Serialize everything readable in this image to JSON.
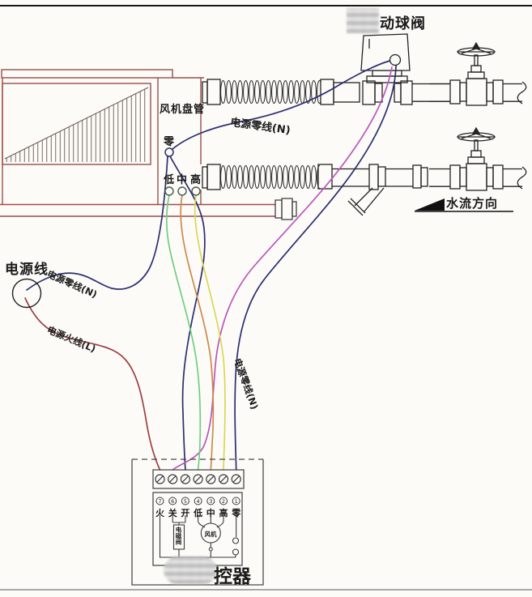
{
  "labels": {
    "fan_coil_unit": "风机盘管",
    "terminal_zero": "零",
    "terminal_low": "低",
    "terminal_mid": "中",
    "terminal_high": "高",
    "motor_valve": "动球阀",
    "water_flow": "水流方向",
    "power_cord": "电源线",
    "power_neutral_left": "电源零线(N)",
    "power_live": "电源火线(L)",
    "power_neutral_top": "电源零线(N)",
    "power_neutral_mid": "电源零线(N)",
    "thermostat": "控器",
    "solenoid_valve": "电磁阀",
    "fan_motor": "风机"
  },
  "controller_terminals": [
    {
      "num": "7",
      "name": "火"
    },
    {
      "num": "6",
      "name": "关"
    },
    {
      "num": "5",
      "name": "开"
    },
    {
      "num": "4",
      "name": "低"
    },
    {
      "num": "3",
      "name": "中"
    },
    {
      "num": "2",
      "name": "高"
    },
    {
      "num": "1",
      "name": "零"
    }
  ],
  "wire_colors": {
    "neutral": "#2b2e6e",
    "live": "#9c4040",
    "valve_control": "#bb55bb",
    "fan_low": "#6fcf7f",
    "fan_mid": "#cc8a4a",
    "fan_high": "#d8d855"
  },
  "line_colors": {
    "unit_outline": "#9a4f44",
    "pipework": "#222222",
    "controller_lines": "#3a3a3a"
  }
}
